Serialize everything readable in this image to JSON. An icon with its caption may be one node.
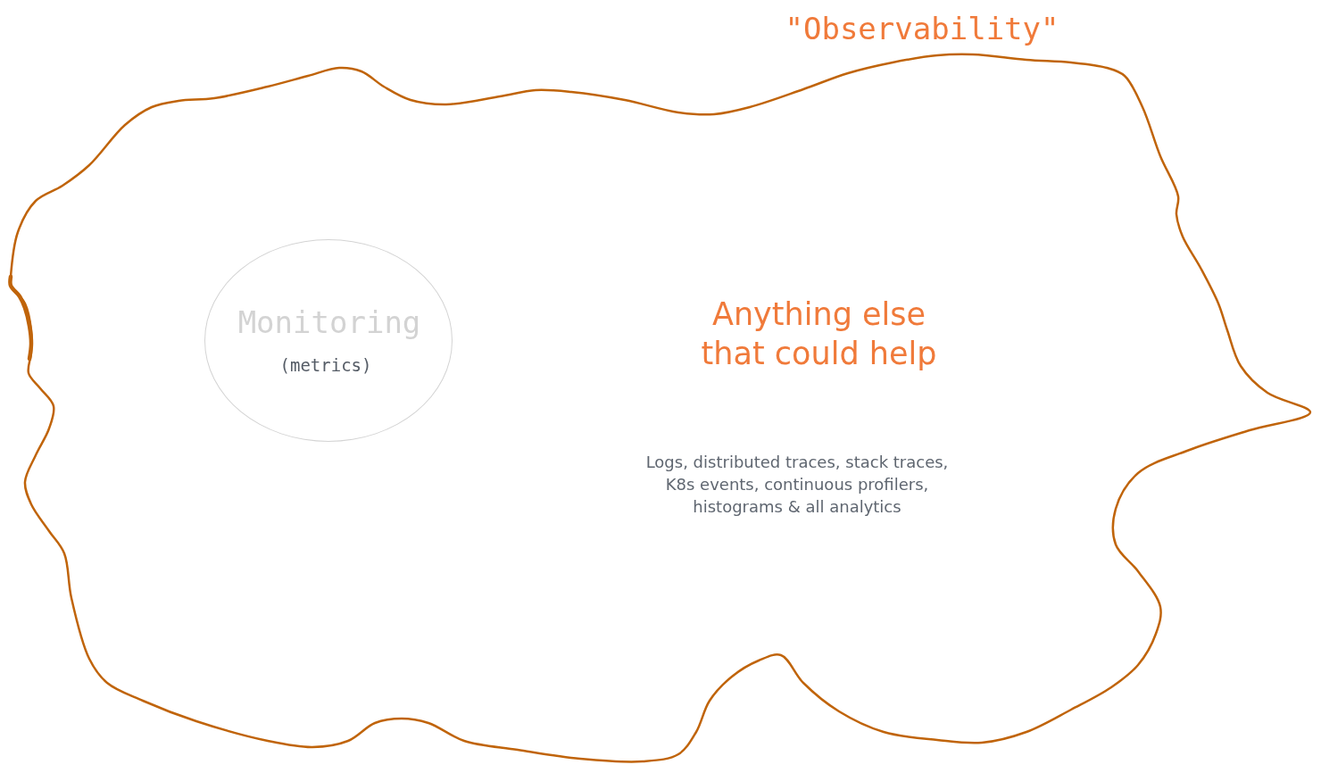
{
  "diagram": {
    "nodes": [
      {
        "text": [
          "\"Observability\"",
          "Anything else that could help",
          "Logs, distributed traces, stack traces, K8s events, continuous profilers, histograms & all analytics"
        ]
      },
      {
        "text": [
          "Monitoring",
          "(metrics)"
        ],
        "in": 0
      }
    ]
  }
}
